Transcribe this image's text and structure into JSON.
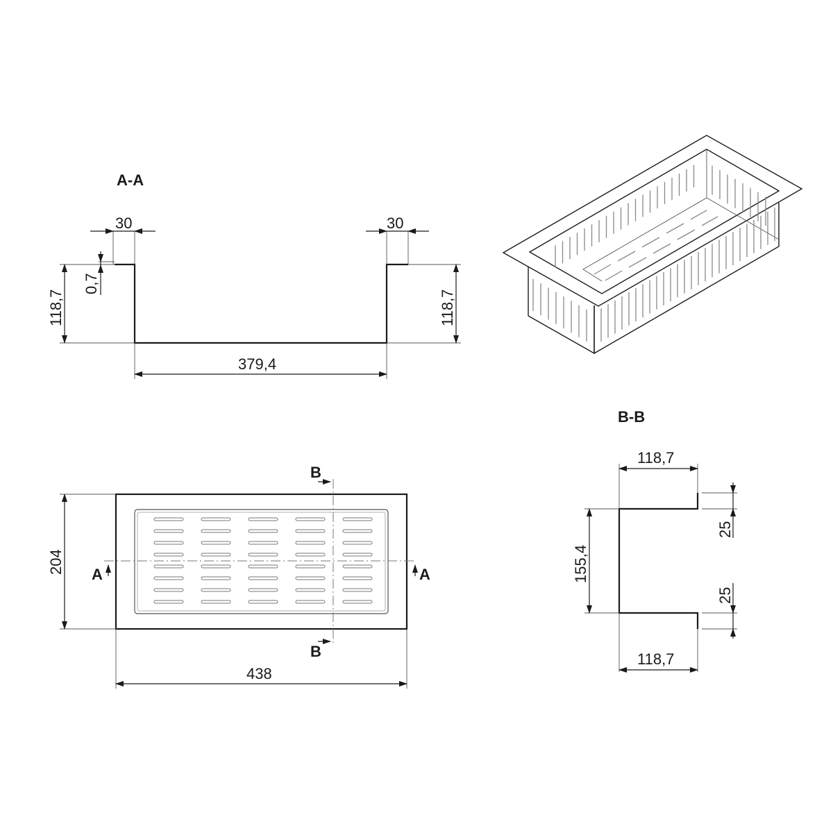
{
  "section_aa": {
    "title": "A-A",
    "dim_flange_left": "30",
    "dim_flange_right": "30",
    "dim_thickness": "0,7",
    "dim_height_left": "118,7",
    "dim_height_right": "118,7",
    "dim_width": "379,4"
  },
  "top_view": {
    "dim_depth": "204",
    "dim_length": "438",
    "cut_a_left": "A",
    "cut_a_right": "A",
    "cut_b_top": "B",
    "cut_b_bottom": "B"
  },
  "section_bb": {
    "title": "B-B",
    "dim_top": "118,7",
    "dim_bottom": "118,7",
    "dim_inner": "155,4",
    "dim_flange_top": "25",
    "dim_flange_bottom": "25"
  },
  "iso_view": {
    "icon": "basket-isometric-icon"
  },
  "colors": {
    "line": "#1a1a1a",
    "background": "#ffffff"
  }
}
